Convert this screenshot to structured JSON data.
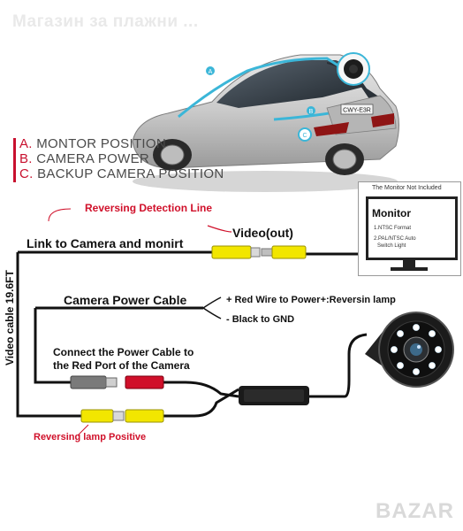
{
  "watermark": "Магазин за плажни ...",
  "legend": [
    {
      "letter": "A.",
      "text": "MONTOR POSITION"
    },
    {
      "letter": "B.",
      "text": "CAMERA POWER"
    },
    {
      "letter": "C.",
      "text": "BACKUP CAMERA POSITION"
    }
  ],
  "car": {
    "markers": [
      "A",
      "B",
      "C"
    ],
    "plate": "CWY-E3R"
  },
  "monitor": {
    "note": "The Monitor Not Included",
    "title": "Monitor",
    "spec1": "1.NTSC Format",
    "spec2a": "2.PAL/NTSC Auto",
    "spec2b": "Switch Light"
  },
  "labels": {
    "reversing_detection": "Reversing Detection Line",
    "link_camera": "Link to Camera and monirt",
    "video_out": "Video(out)",
    "camera_power": "Camera Power Cable",
    "red_wire": "+ Red Wire to Power+:Reversin lamp",
    "black_gnd": "- Black to GND",
    "connect_line1": "Connect the Power Cable to",
    "connect_line2": "the Red Port of the Camera",
    "video_cable": "Video cable 19.6FT",
    "reversing_lamp": "Reversing lamp Positive"
  },
  "brand_watermark": "BAZAR",
  "colors": {
    "accent_red": "#d0102a",
    "cable": "#111111",
    "rca_yellow": "#f2e600"
  }
}
